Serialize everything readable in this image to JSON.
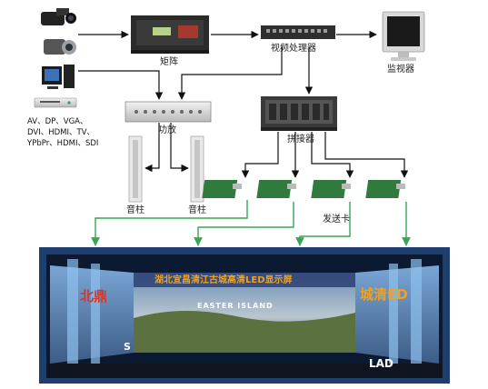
{
  "labels": {
    "matrix": "矩阵",
    "video_processor": "视频处理器",
    "monitor": "监视器",
    "amplifier": "功放",
    "splicer": "拼接器",
    "speaker_left": "音柱",
    "speaker_right": "音柱",
    "sender_card": "发送卡"
  },
  "sources": {
    "line1": "AV、DP、VGA、",
    "line2": "DVI、HDMI、TV、",
    "line3": "YPbPr、HDMI、SDI"
  },
  "screen": {
    "banner": "湖北宜昌清江古城高清LED显示屏",
    "subtitle": "EASTER ISLAND",
    "left_side": "北鼎",
    "right_side": "城清ED",
    "left_bottom": "S",
    "right_bottom": "LAD"
  },
  "colors": {
    "arrow_black": "#111111",
    "arrow_green": "#3aa655",
    "screen_frame": "#1e3f6e",
    "banner_text": "#f2a11c"
  }
}
